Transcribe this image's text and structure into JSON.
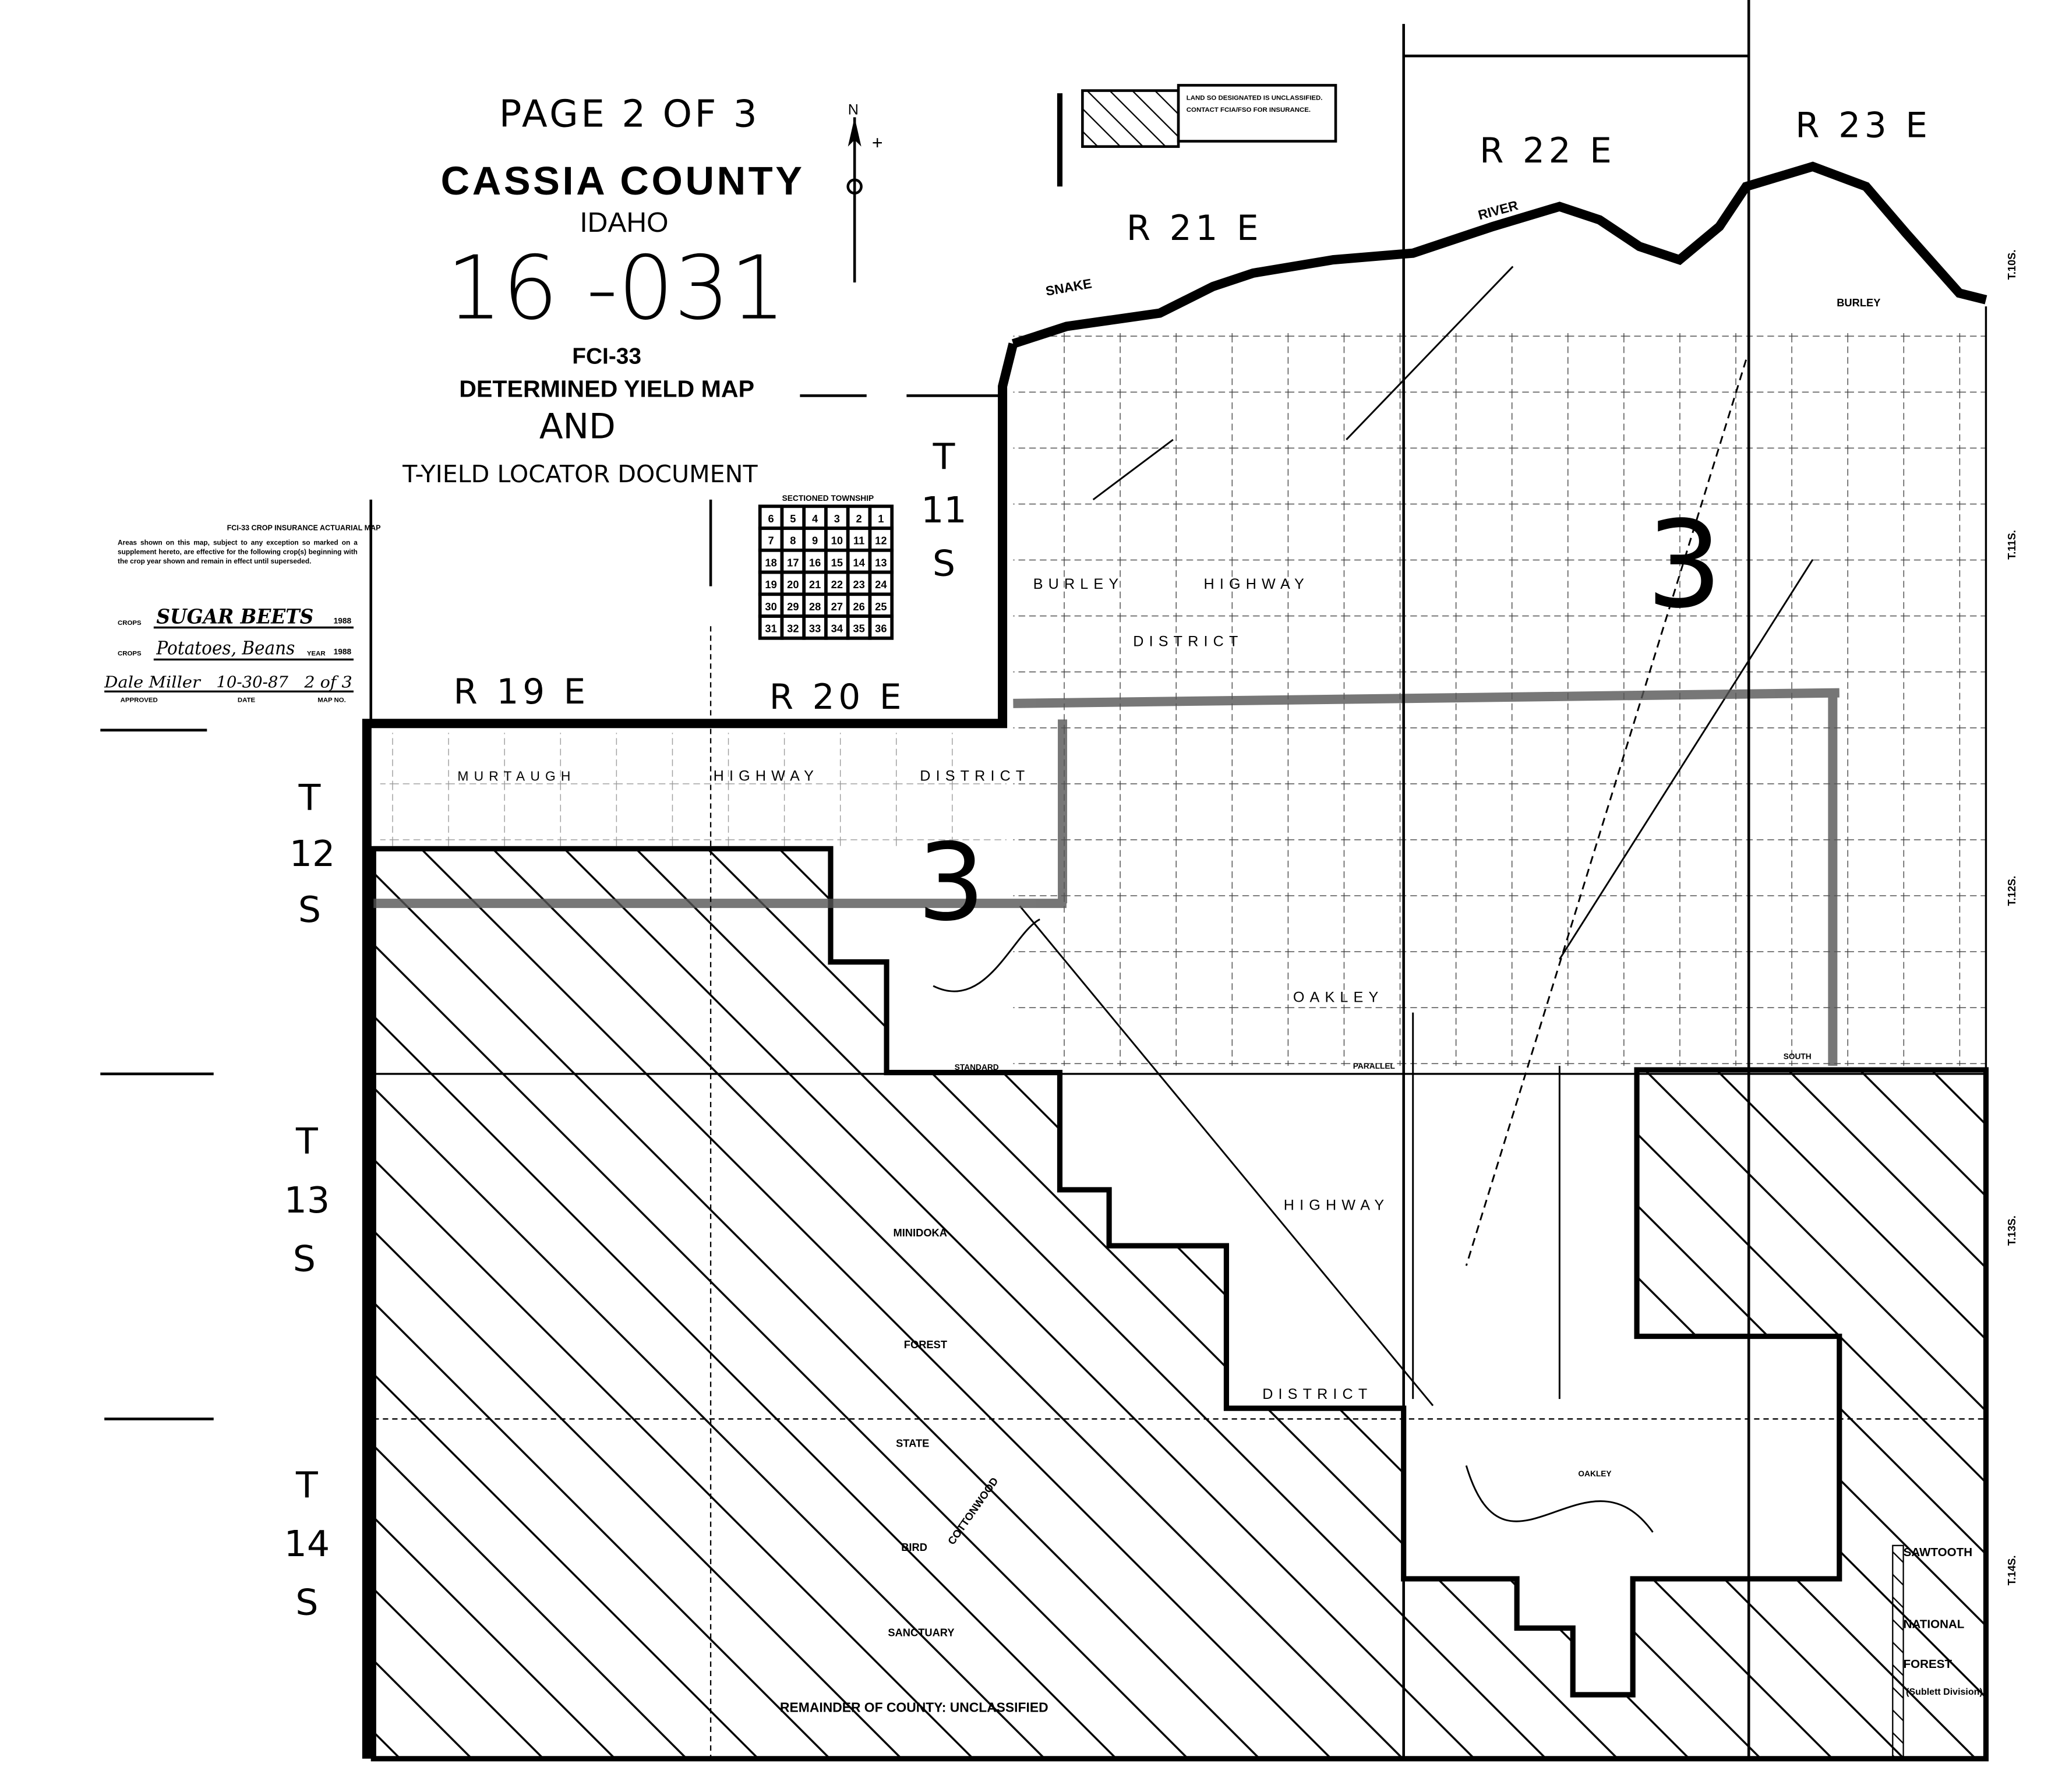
{
  "title_block": {
    "page": "PAGE 2 OF 3",
    "county": "CASSIA COUNTY",
    "state": "IDAHO",
    "map_number": "16 -031",
    "form": "FCI-33",
    "map_type": "DETERMINED YIELD MAP",
    "and": "AND",
    "subtitle": "T-YIELD LOCATOR DOCUMENT"
  },
  "north_arrow": {
    "label": "N"
  },
  "certification": {
    "heading": "FCI-33 CROP INSURANCE ACTUARIAL MAP",
    "text": "Areas shown on this map, subject to any exception so marked on a supplement hereto, are effective for the following crop(s) beginning with the crop year shown and remain in effect until superseded.",
    "crops_label": "CROPS",
    "crops_1": "SUGAR BEETS",
    "year_1": "1988",
    "crops_2": "Potatoes, Beans",
    "year_label": "YEAR",
    "year_2": "1988",
    "approved_by": "Dale Miller",
    "approved_label": "APPROVED",
    "date": "10-30-87",
    "date_label": "DATE",
    "map_no": "2 of 3",
    "map_no_label": "MAP NO."
  },
  "sectioned_township": {
    "title": "SECTIONED TOWNSHIP",
    "rows": [
      [
        "6",
        "5",
        "4",
        "3",
        "2",
        "1"
      ],
      [
        "7",
        "8",
        "9",
        "10",
        "11",
        "12"
      ],
      [
        "18",
        "17",
        "16",
        "15",
        "14",
        "13"
      ],
      [
        "19",
        "20",
        "21",
        "22",
        "23",
        "24"
      ],
      [
        "30",
        "29",
        "28",
        "27",
        "26",
        "25"
      ],
      [
        "31",
        "32",
        "33",
        "34",
        "35",
        "36"
      ]
    ]
  },
  "legend": {
    "text": "LAND SO DESIGNATED IS UNCLASSIFIED. CONTACT FCIA/FSO FOR INSURANCE."
  },
  "ranges": [
    "R 19 E",
    "R 20 E",
    "R 21 E",
    "R 22 E",
    "R 23 E"
  ],
  "townships": {
    "t11": [
      "T",
      "11",
      "S"
    ],
    "t12": [
      "T",
      "12",
      "S"
    ],
    "t13": [
      "T",
      "13",
      "S"
    ],
    "t14": [
      "T",
      "14",
      "S"
    ],
    "right_labels": [
      "T.10S.",
      "T.11S.",
      "T.12S.",
      "T.13S.",
      "T.14S."
    ]
  },
  "districts": {
    "burley": [
      "BURLEY",
      "HIGHWAY",
      "DISTRICT"
    ],
    "murtaugh": [
      "MURTAUGH",
      "HIGHWAY",
      "DISTRICT"
    ],
    "oakley": [
      "OAKLEY",
      "HIGHWAY",
      "DISTRICT"
    ]
  },
  "places": {
    "river": "RIVER",
    "snake": "SNAKE",
    "burley_city": "BURLEY",
    "oakley_city": "OAKLEY",
    "minidoka": "MINIDOKA",
    "forest": "FOREST",
    "state": "STATE",
    "bird": "BIRD",
    "sanctuary": "SANCTUARY",
    "cottonwood": "COTTONWOOD",
    "sawtooth": "SAWTOOTH",
    "national": "NATIONAL",
    "forest2": "FOREST",
    "division": "(Sublett Division)",
    "standard": "STANDARD",
    "parallel": "PARALLEL",
    "south": "SOUTH"
  },
  "yield_zones": [
    "3",
    "3"
  ],
  "footer": {
    "remainder": "REMAINDER OF COUNTY:  UNCLASSIFIED"
  }
}
